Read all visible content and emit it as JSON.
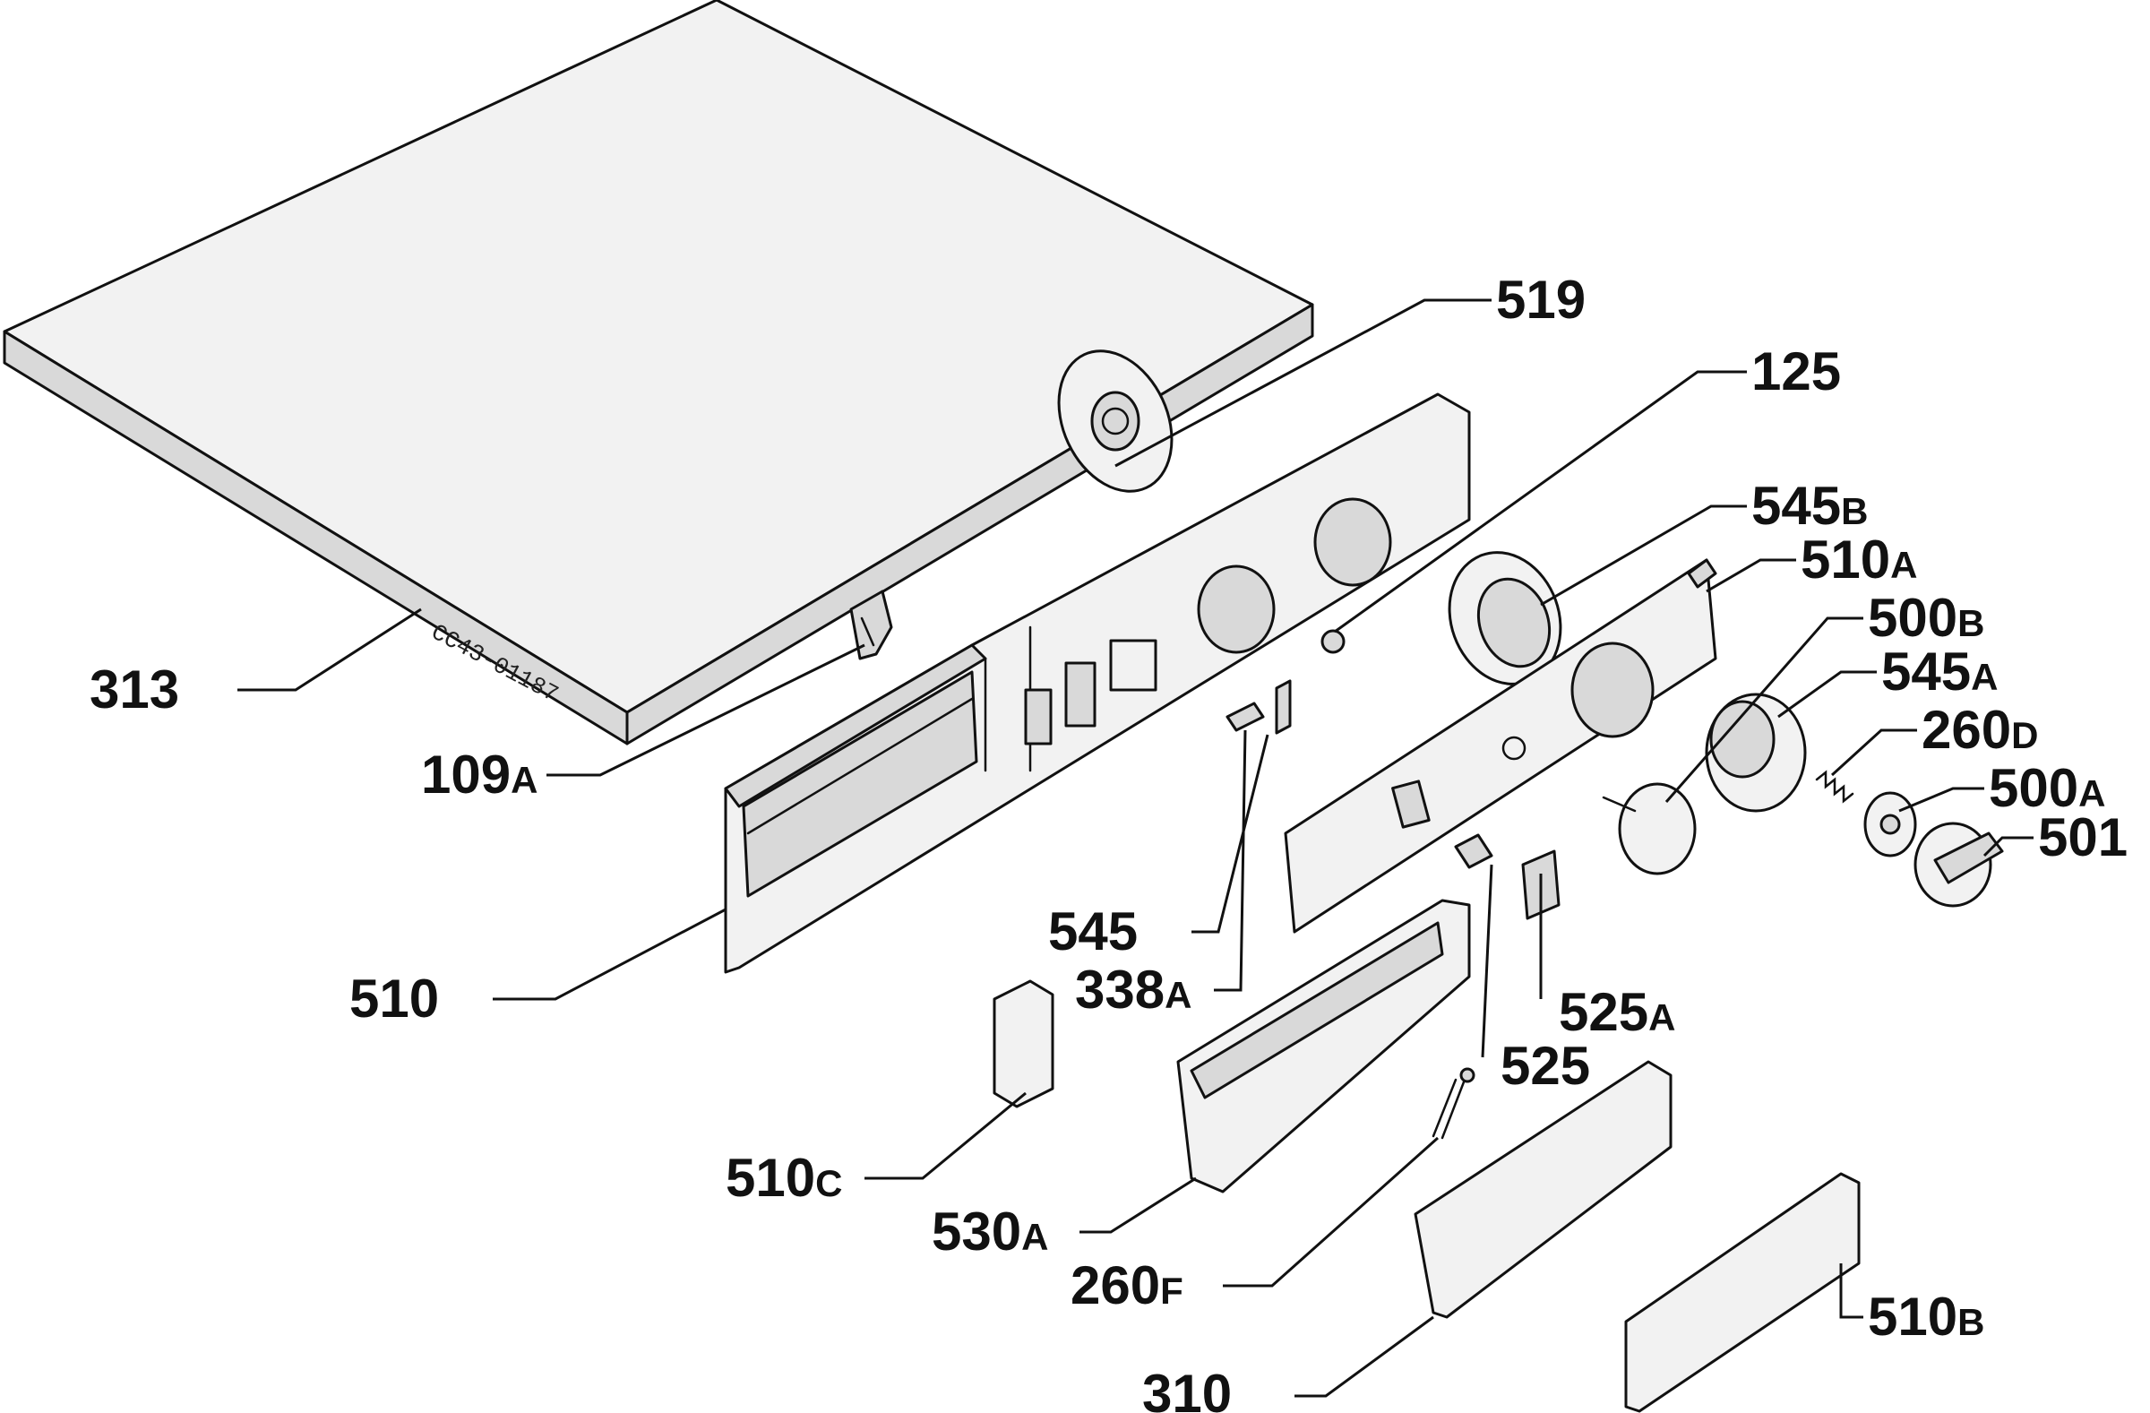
{
  "drawing_code": "CC43-01187",
  "callouts": [
    {
      "id": "519",
      "num": "519",
      "suffix": ""
    },
    {
      "id": "125",
      "num": "125",
      "suffix": ""
    },
    {
      "id": "545b",
      "num": "545",
      "suffix": "B"
    },
    {
      "id": "510a",
      "num": "510",
      "suffix": "A"
    },
    {
      "id": "500b",
      "num": "500",
      "suffix": "B"
    },
    {
      "id": "545a",
      "num": "545",
      "suffix": "A"
    },
    {
      "id": "260d",
      "num": "260",
      "suffix": "D"
    },
    {
      "id": "500a",
      "num": "500",
      "suffix": "A"
    },
    {
      "id": "501",
      "num": "501",
      "suffix": ""
    },
    {
      "id": "313",
      "num": "313",
      "suffix": ""
    },
    {
      "id": "109a",
      "num": "109",
      "suffix": "A"
    },
    {
      "id": "510",
      "num": "510",
      "suffix": ""
    },
    {
      "id": "545",
      "num": "545",
      "suffix": ""
    },
    {
      "id": "338a",
      "num": "338",
      "suffix": "A"
    },
    {
      "id": "525a",
      "num": "525",
      "suffix": "A"
    },
    {
      "id": "525",
      "num": "525",
      "suffix": ""
    },
    {
      "id": "510c",
      "num": "510",
      "suffix": "C"
    },
    {
      "id": "530a",
      "num": "530",
      "suffix": "A"
    },
    {
      "id": "260f",
      "num": "260",
      "suffix": "F"
    },
    {
      "id": "310",
      "num": "310",
      "suffix": ""
    },
    {
      "id": "510b",
      "num": "510",
      "suffix": "B"
    }
  ]
}
